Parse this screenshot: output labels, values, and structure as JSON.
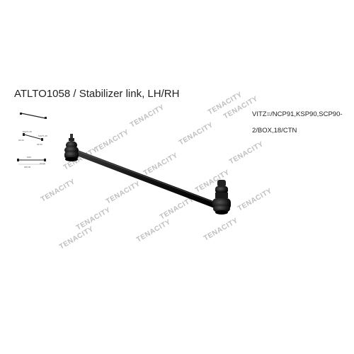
{
  "product": {
    "title": "ATLTO1058 / Stabilizer link, LH/RH",
    "fitment_line1": "VITZ=/NCP91,KSP90,SCP90-",
    "fitment_line2": "2/BOX,18/CTN"
  },
  "watermark": {
    "brand": "TENACITY"
  },
  "thumbnails": {
    "labels": [
      "M12*1.25",
      "M12*1.25",
      "26.00",
      "29.00",
      "M10",
      "265.00",
      "27.00"
    ]
  },
  "colors": {
    "text": "#222222",
    "watermark": "#bfbfbf",
    "part": "#111111"
  }
}
